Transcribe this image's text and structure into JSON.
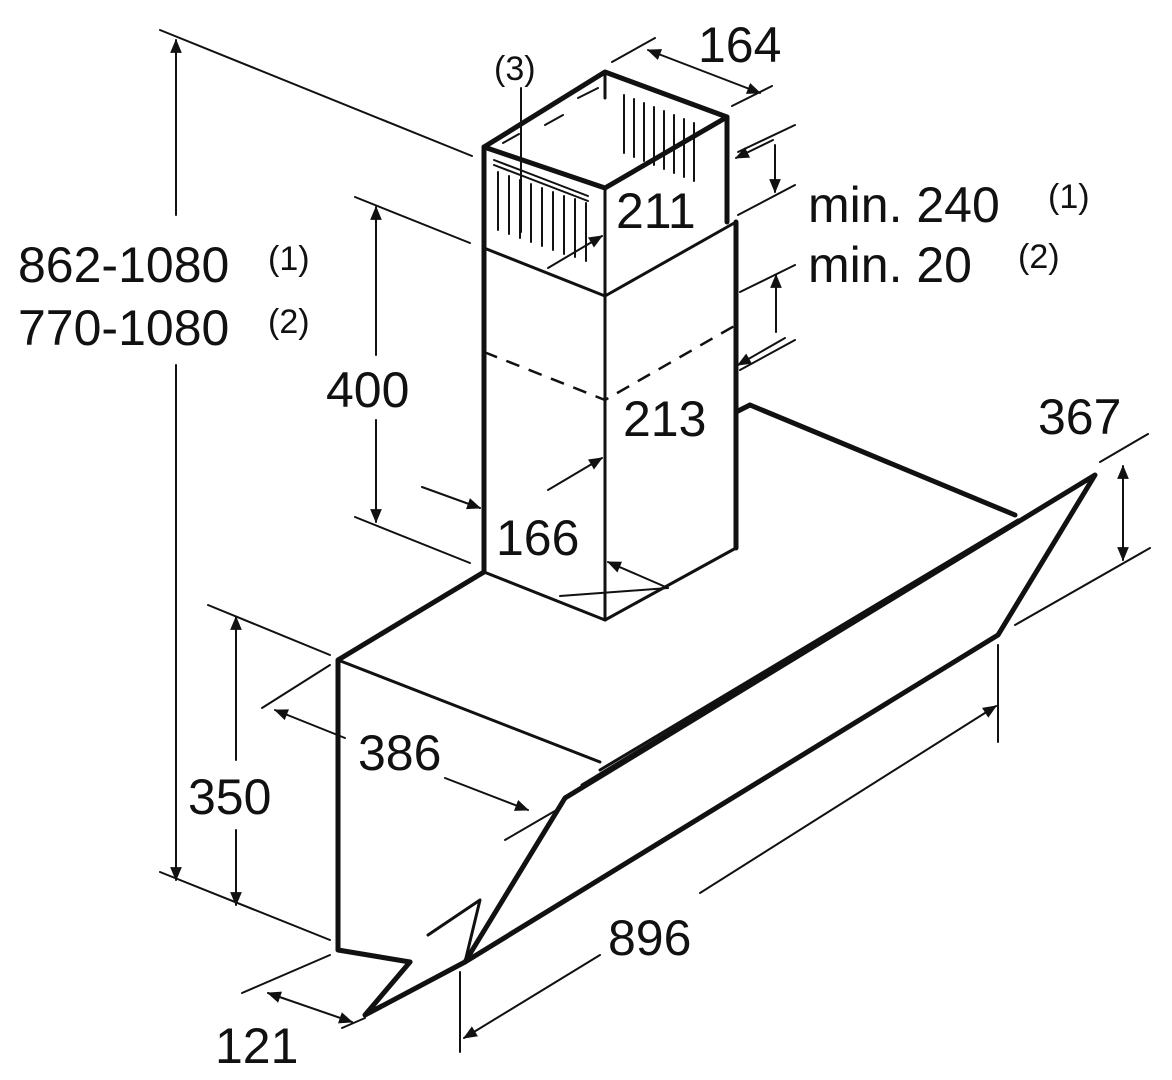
{
  "diagram": {
    "dimensions": {
      "chimney_depth_top": "164",
      "chimney_inner": "211",
      "chimney_width": "213",
      "chimney_depth": "166",
      "chimney_height": "400",
      "hood_depth": "386",
      "body_height": "350",
      "front_depth": "367",
      "width": "896",
      "lower_offset": "121",
      "callout_3": "(3)"
    },
    "total_height": {
      "line1_value": "862-1080",
      "line1_note": "(1)",
      "line2_value": "770-1080",
      "line2_note": "(2)"
    },
    "clearance": {
      "line1_value": "min. 240",
      "line1_note": "(1)",
      "line2_value": "min. 20",
      "line2_note": "(2)"
    }
  }
}
